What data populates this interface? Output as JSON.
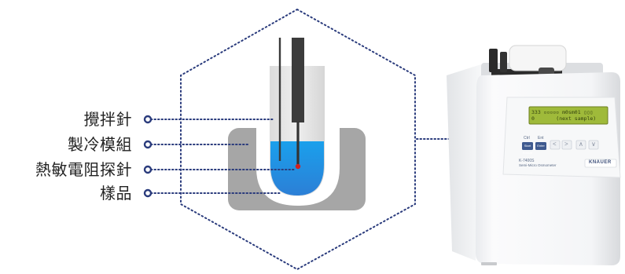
{
  "labels": [
    {
      "id": "stirrer",
      "text": "攪拌針"
    },
    {
      "id": "cooling-block",
      "text": "製冷模組"
    },
    {
      "id": "thermistor",
      "text": "熱敏電阻探針"
    },
    {
      "id": "sample",
      "text": "樣品"
    }
  ],
  "instrument": {
    "display": {
      "line1": "333 ▫▫▫▫▫ m0sm01 ▯▯▯",
      "line2": "0       (next sample)"
    },
    "buttons": [
      {
        "top": "Ctrl",
        "label": "Start Freeze"
      },
      {
        "top": "Ent",
        "label": "Enter"
      }
    ],
    "nav_keys": [
      "<",
      ">",
      "∧",
      "∨"
    ],
    "model": "K-7400S",
    "subtitle": "Semi-Micro Osmometer",
    "brand": "KNAUER"
  },
  "colors": {
    "dotted_line": "#2a3b7c",
    "cooling_block": "#a6a6a6",
    "sample": "#1e90e6",
    "probe_tip": "#d32020",
    "instrument_body": "#f1f2f4",
    "lcd": "#9fba3a"
  }
}
